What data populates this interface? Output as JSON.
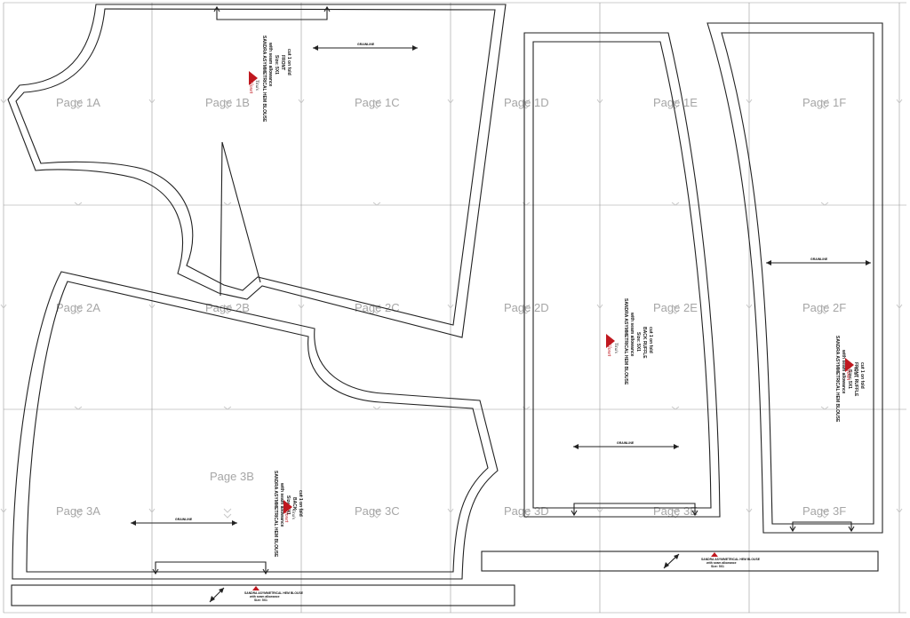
{
  "sheet": {
    "pages": [
      "Page 1A",
      "Page 1B",
      "Page 1C",
      "Page 1D",
      "Page 1E",
      "Page 1F",
      "Page 2A",
      "Page 2B",
      "Page 2C",
      "Page 2D",
      "Page 2E",
      "Page 2F",
      "Page 3A",
      "Page 3B",
      "Page 3C",
      "Page 3D",
      "Page 3E",
      "Page 3F"
    ]
  },
  "common": {
    "brand_top": "Tina's",
    "brand_bottom": "Closet",
    "pattern": "SANDRA ASYMMETRICAL HEM BLOUSE",
    "allowance": "with seam allowance",
    "size": "Size: 5X1",
    "grainline": "GRAINLINE"
  },
  "pieces": {
    "front": {
      "name": "FRONT",
      "cut": "cut 1 on fold"
    },
    "back": {
      "name": "BACK",
      "cut": "cut 1 on fold"
    },
    "back_ruffle": {
      "name": "BACK RUFFLE",
      "cut": "cut 1 on fold"
    },
    "front_ruffle": {
      "name": "FRONT RUFFLE",
      "cut": "cut 1 on fold"
    }
  }
}
